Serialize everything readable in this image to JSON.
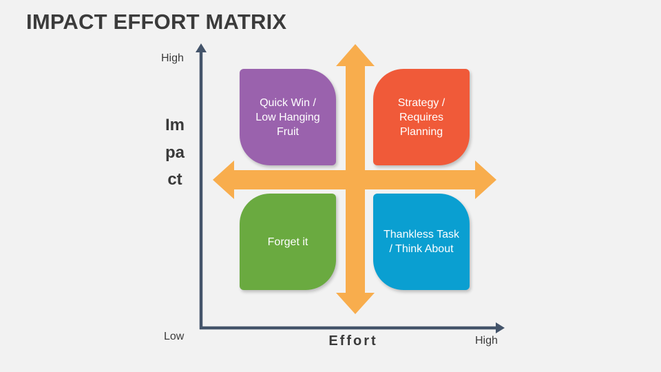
{
  "title": "IMPACT EFFORT MATRIX",
  "axes": {
    "y_label": "Impact",
    "x_label": "Effort",
    "y_high": "High",
    "x_low": "Low",
    "x_high": "High"
  },
  "quadrants": {
    "top_left": {
      "label": "Quick Win / Low Hanging Fruit",
      "color": "#9a62ad"
    },
    "top_right": {
      "label": "Strategy / Requires Planning",
      "color": "#f05a39"
    },
    "bottom_left": {
      "label": "Forget it",
      "color": "#6aaa40"
    },
    "bottom_right": {
      "label": "Thankless Task / Think About",
      "color": "#0a9fd1"
    }
  },
  "colors": {
    "axis": "#44546a",
    "cross_arrow": "#f8ad4d",
    "background": "#f2f2f2"
  }
}
